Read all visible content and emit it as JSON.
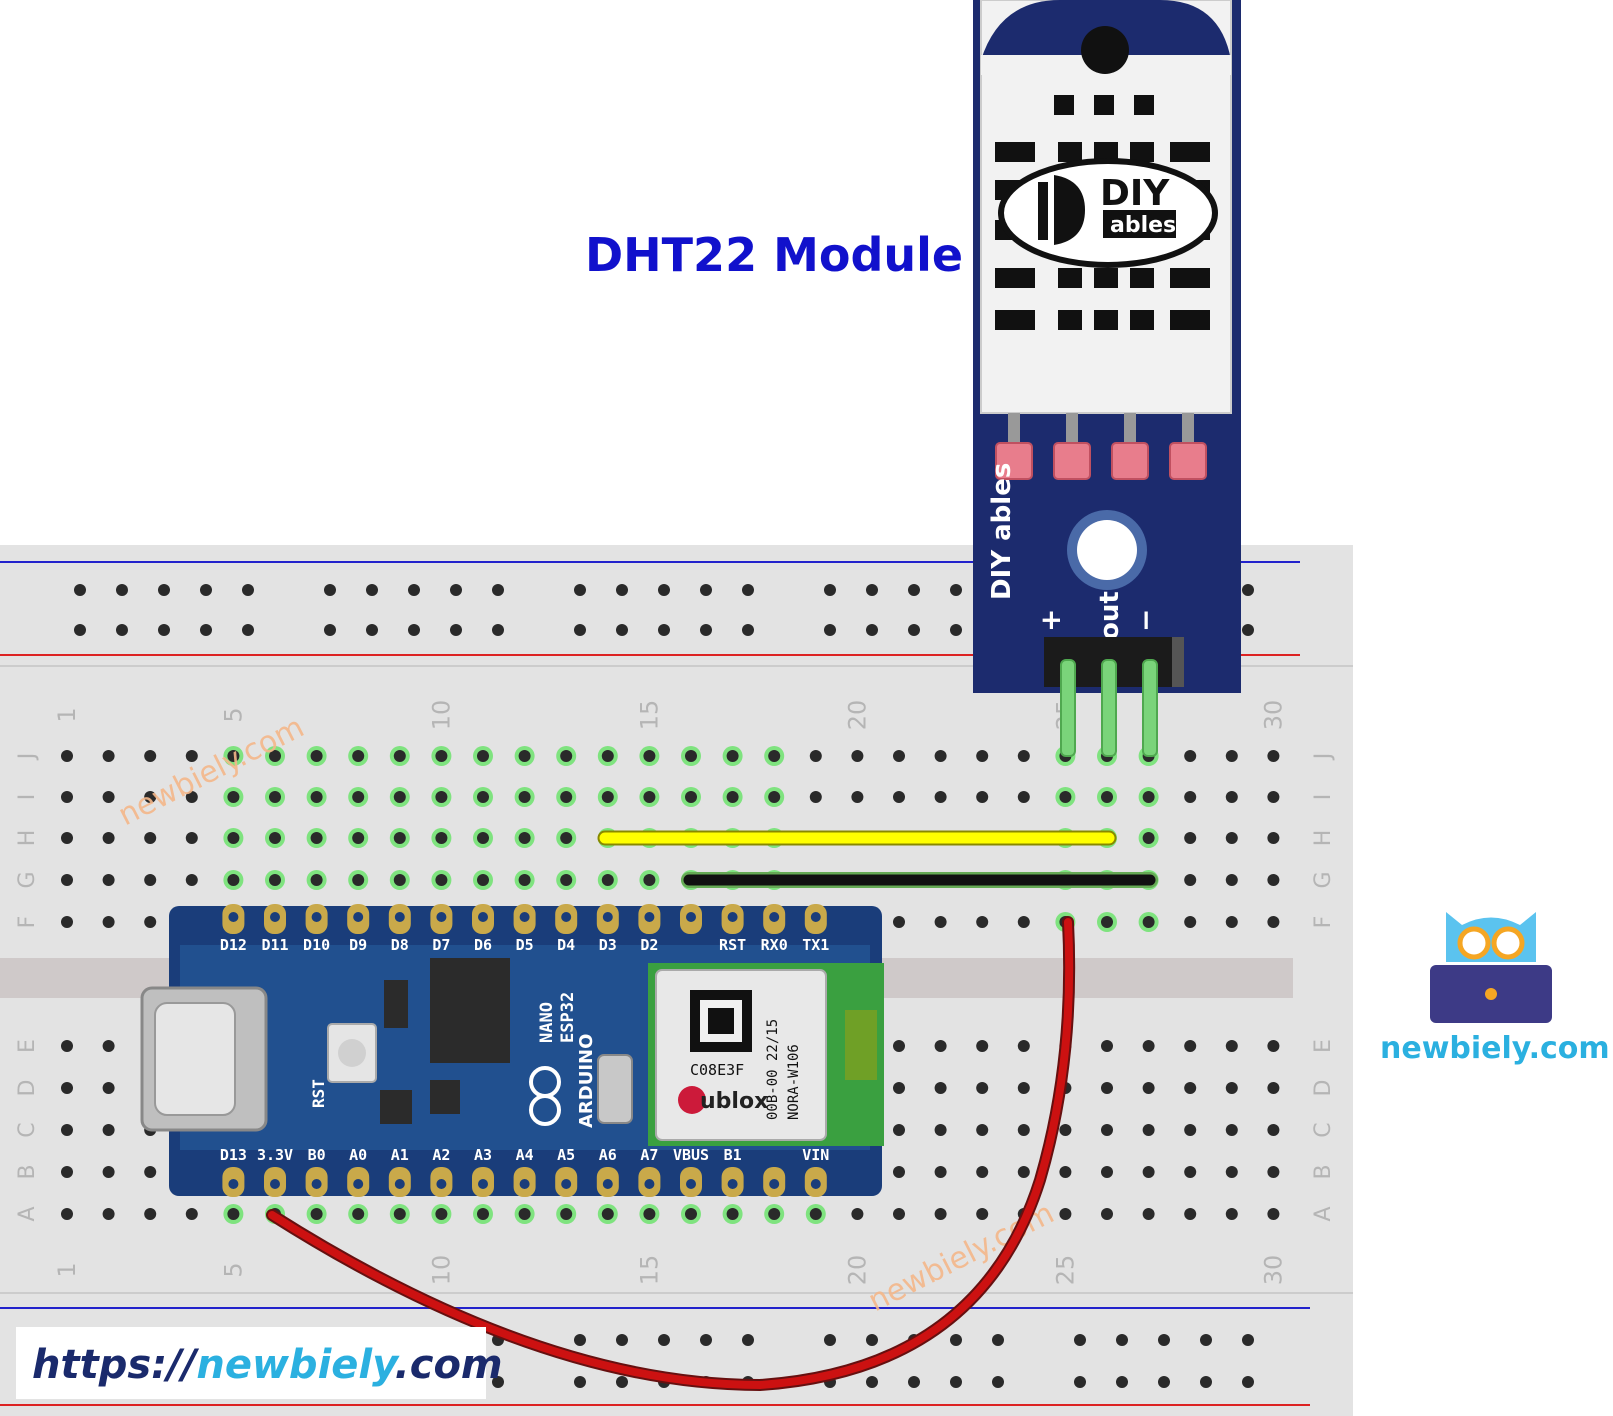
{
  "module_label": "DHT22 Module",
  "sensor": {
    "logo_top": "DIY",
    "logo_bottom": "ables",
    "pin_plus": "+",
    "pin_out": "out",
    "pin_minus": "−",
    "side_logo": "DIY ables"
  },
  "breadboard": {
    "row_letters_top": [
      "J",
      "I",
      "H",
      "G",
      "F"
    ],
    "row_letters_bottom": [
      "E",
      "D",
      "C",
      "B",
      "A"
    ],
    "column_numbers": [
      "1",
      "5",
      "10",
      "15",
      "20",
      "25",
      "30"
    ],
    "watermark": "newbiely.com"
  },
  "arduino": {
    "top_pins": [
      "D12",
      "D11",
      "D10",
      "D9",
      "D8",
      "D7",
      "D6",
      "D5",
      "D4",
      "D3",
      "D2",
      "",
      "RST",
      "RX0",
      "TX1"
    ],
    "bottom_pins": [
      "D13",
      "3.3V",
      "B0",
      "A0",
      "A1",
      "A2",
      "A3",
      "A4",
      "A5",
      "A6",
      "A7",
      "VBUS",
      "B1",
      "",
      "VIN"
    ],
    "board_label_1": "NANO",
    "board_label_2": "ESP32",
    "brand": "ARDUINO",
    "reset_label": "RST",
    "module_code": "C08E3F",
    "module_brand": "ublox",
    "module_id_1": "00B-00 22/15",
    "module_id_2": "NORA-W106"
  },
  "wires": [
    {
      "name": "yellow-wire",
      "color": "#ffff00",
      "note": "DHT out to D3 row"
    },
    {
      "name": "black-wire",
      "color": "#111111",
      "note": "DHT minus to GND row"
    },
    {
      "name": "red-wire",
      "color": "#cc1111",
      "note": "DHT plus to 3.3V"
    }
  ],
  "brand_logo_text": "newbiely.com",
  "url": {
    "part1": "https://",
    "part2": "newbiely",
    "part3": ".com"
  },
  "colors": {
    "breadboard": "#e3e3e3",
    "rail_red": "#dd2222",
    "rail_blue": "#2222cc",
    "board_blue": "#1a3d7a",
    "sensor_blue": "#1c2b6e",
    "title_blue": "#1111cc",
    "brand_cyan": "#2bb0e0",
    "hole_active": "#6fdc5f"
  }
}
